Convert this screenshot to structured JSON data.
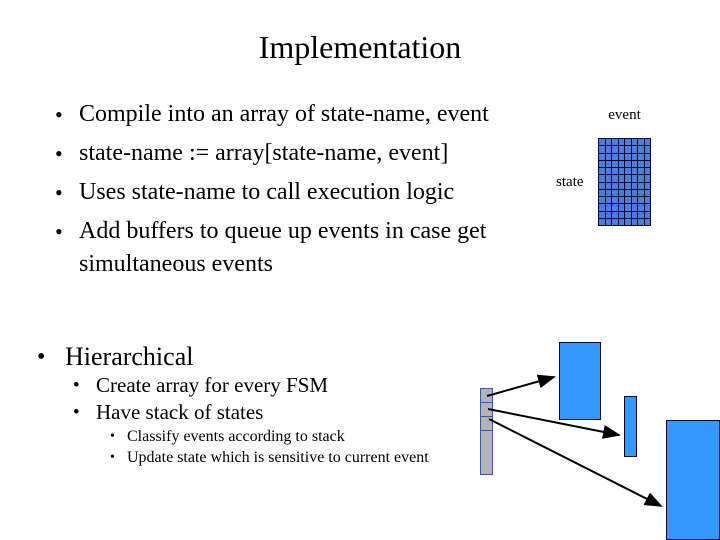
{
  "slide": {
    "title": "Implementation",
    "bullets": [
      "Compile into an array of state-name, event",
      "state-name := array[state-name, event]",
      "Uses state-name to call execution logic",
      "Add buffers to queue up events in case get simultaneous events"
    ],
    "hierarchical": {
      "heading": "Hierarchical",
      "sub_bullets": [
        "Create array for every FSM",
        "Have stack of states"
      ],
      "sub_sub_bullets": [
        "Classify events according to stack",
        "Update state which is sensitive to current event"
      ]
    }
  },
  "array_figure": {
    "event_label": "event",
    "state_label": "state",
    "cols": 8,
    "rows": 12,
    "cell_color": "#4a7edb",
    "grid_line_color": "#000030"
  },
  "fsm_figure": {
    "stack_cell_count": 3,
    "fsm_box_count": 3,
    "box_fill": "#3399ff",
    "box_border": "#0a0a28",
    "stack_fill": "#b3b3b8",
    "stack_border": "#3a5ba0",
    "arrow_color": "#000000"
  }
}
